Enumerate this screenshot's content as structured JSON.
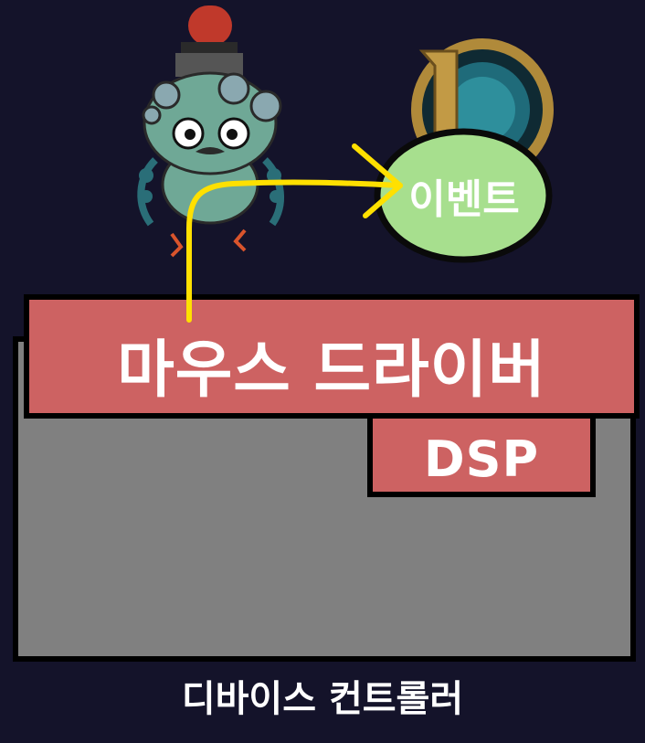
{
  "labels": {
    "mouse_driver": "마우스 드라이버",
    "dsp": "DSP",
    "event": "이벤트",
    "device_controller": "디바이스 컨트롤러"
  },
  "colors": {
    "background": "#14132a",
    "driver_fill": "#cd6262",
    "controller_fill": "#808080",
    "event_fill": "#a7df8e",
    "arrow": "#ffe000",
    "robot_body": "#6fa896"
  },
  "icons": {
    "robot": "robot-icon",
    "game_logo": "game-logo-icon"
  }
}
